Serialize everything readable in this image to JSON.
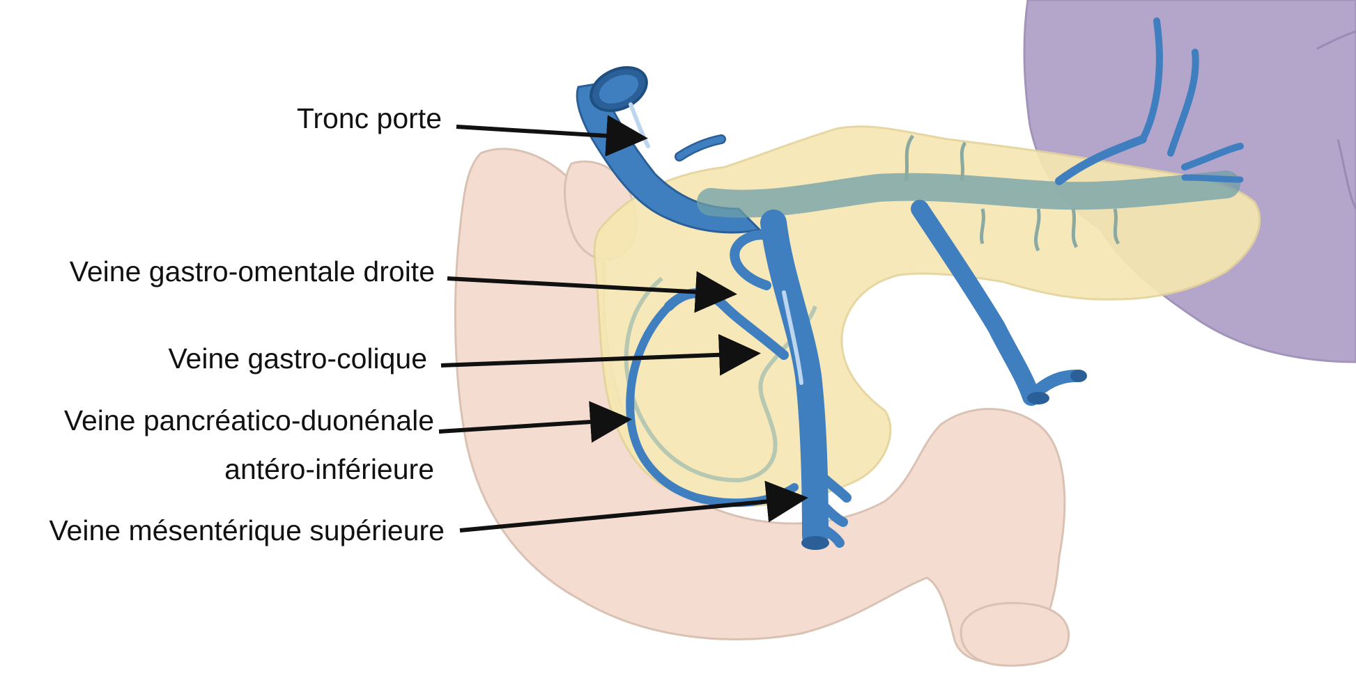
{
  "labels": {
    "portal_trunk": "Tronc porte",
    "right_gastro_omental": "Veine gastro-omentale droite",
    "gastrocolic": "Veine gastro-colique",
    "aipdv_line1": "Veine pancréatico-duonénale",
    "aipdv_line2": "antéro-inférieure",
    "smv": "Veine mésentérique supérieure"
  },
  "colors": {
    "vein": "#3f7fc0",
    "vein_dark": "#2a5f98",
    "pancreas": "#f6e7b2",
    "duodenum": "#f4ddd0",
    "spleen": "#b4a5cb",
    "arrow": "#111111"
  }
}
